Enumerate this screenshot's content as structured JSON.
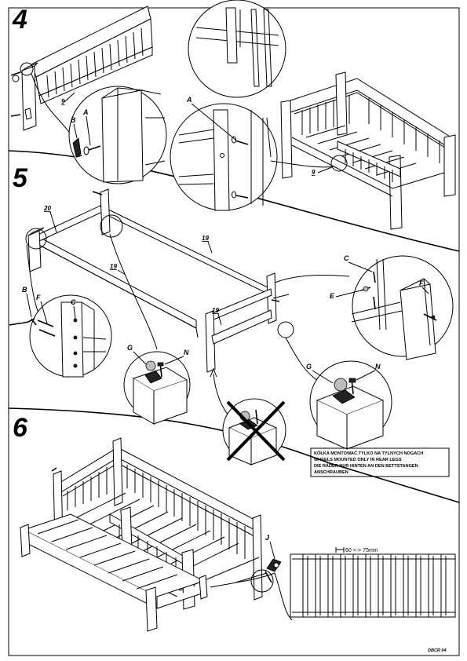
{
  "steps": {
    "s4": "4",
    "s5": "5",
    "s6": "6"
  },
  "labels": {
    "part_9_a": "9",
    "part_9_b": "9",
    "part_B_4": "B",
    "part_A_4a": "A",
    "part_A_4b": "A",
    "part_20": "20",
    "part_19_a": "19",
    "part_19_b": "19",
    "part_19_c": "19",
    "part_B_5": "B",
    "part_F_5a": "F",
    "part_C_5a": "C",
    "part_G_5a": "G",
    "part_N_5a": "N",
    "part_C_5b": "C",
    "part_E_5": "E",
    "part_F_5b": "F",
    "part_G_5b": "G",
    "part_N_5b": "N",
    "part_J_6": "J"
  },
  "note": {
    "line1": "KÓŁKA MONTOWAĆ TYLKO NA TYLNYCH NOGACH",
    "line2": "WHEELS MOUNTED ONLY IN REAR LEGS",
    "line3": "DIE RÄDER NUR HINTEN AN DEN BETTSTANGEN",
    "line4": "ANSCHRAUBEN"
  },
  "dimension": {
    "text": "60 <-> 75mm"
  },
  "footer": {
    "code": "DBCR 04"
  }
}
